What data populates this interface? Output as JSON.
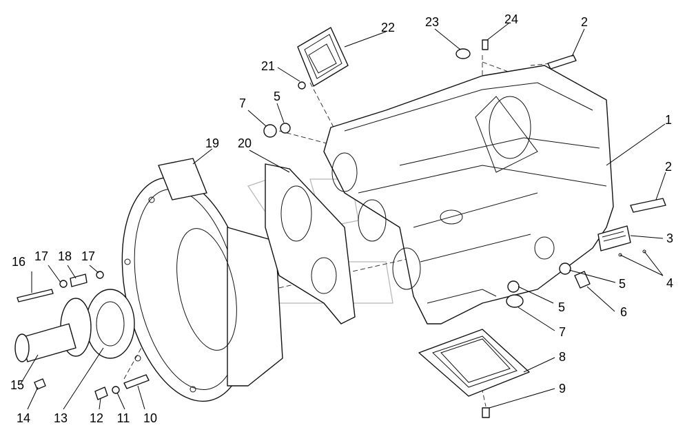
{
  "callouts": {
    "c1": "1",
    "c2a": "2",
    "c2b": "2",
    "c3": "3",
    "c4": "4",
    "c5a": "5",
    "c5b": "5",
    "c5c": "5",
    "c6": "6",
    "c7a": "7",
    "c7b": "7",
    "c8": "8",
    "c9": "9",
    "c10": "10",
    "c11": "11",
    "c12": "12",
    "c13": "13",
    "c14": "14",
    "c15": "15",
    "c16": "16",
    "c17a": "17",
    "c17b": "17",
    "c18": "18",
    "c19": "19",
    "c20": "20",
    "c21": "21",
    "c22": "22",
    "c23": "23",
    "c24": "24"
  }
}
